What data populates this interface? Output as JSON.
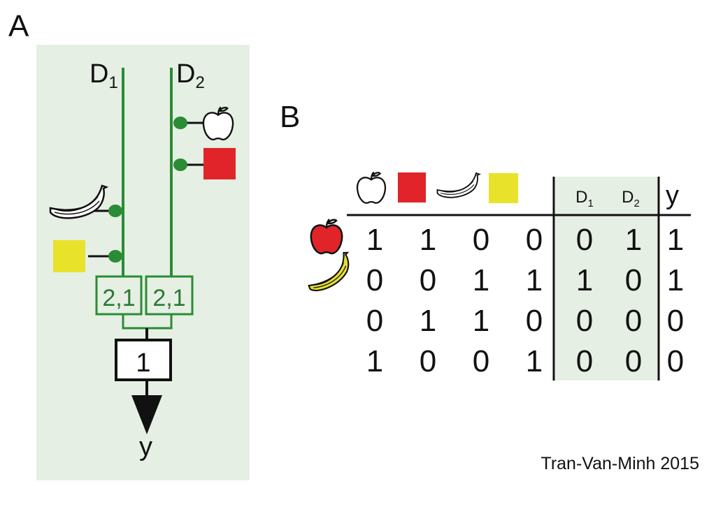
{
  "panel_a": {
    "label": "A",
    "dendrite_1": {
      "name": "D",
      "sub": "1"
    },
    "dendrite_2": {
      "name": "D",
      "sub": "2"
    },
    "threshold_box_1": "2,1",
    "threshold_box_2": "2,1",
    "soma_threshold": "1",
    "output_label": "y",
    "colors": {
      "background": "#e6efe4",
      "dendrite": "#2a8c34",
      "red": "#e0242a",
      "yellow": "#e9e22a"
    }
  },
  "panel_b": {
    "label": "B",
    "input_icons": [
      "apple-outline",
      "red-square",
      "banana-outline",
      "yellow-square"
    ],
    "headers": {
      "d1": {
        "name": "D",
        "sub": "1"
      },
      "d2": {
        "name": "D",
        "sub": "2"
      },
      "y": "y"
    },
    "row_icons": [
      "red-apple",
      "yellow-banana",
      "",
      ""
    ],
    "rows": [
      {
        "inputs": [
          "1",
          "1",
          "0",
          "0"
        ],
        "d1": "0",
        "d2": "1",
        "y": "1"
      },
      {
        "inputs": [
          "0",
          "0",
          "1",
          "1"
        ],
        "d1": "1",
        "d2": "0",
        "y": "1"
      },
      {
        "inputs": [
          "0",
          "1",
          "1",
          "0"
        ],
        "d1": "0",
        "d2": "0",
        "y": "0"
      },
      {
        "inputs": [
          "1",
          "0",
          "0",
          "1"
        ],
        "d1": "0",
        "d2": "0",
        "y": "0"
      }
    ]
  },
  "credit": "Tran-Van-Minh 2015"
}
